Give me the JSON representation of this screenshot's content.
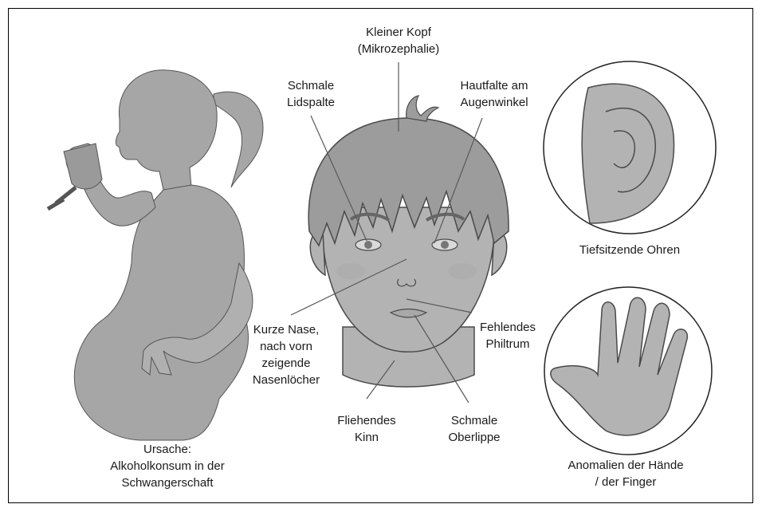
{
  "labels": {
    "small_head": "Kleiner Kopf\n(Mikrozephalie)",
    "narrow_eyes": "Schmale\nLidspalte",
    "skin_fold": "Hautfalte am\nAugenwinkel",
    "short_nose": "Kurze Nase,\nnach vorn\nzeigende\nNasenlöcher",
    "missing_philtrum": "Fehlendes\nPhiltrum",
    "receding_chin": "Fliehendes\nKinn",
    "thin_lip": "Schmale\nOberlippe",
    "low_ears": "Tiefsitzende Ohren",
    "hands": "Anomalien der Hände\n/ der Finger",
    "cause": "Ursache:\nAlkoholkonsum in der\nSchwangerschaft"
  },
  "colors": {
    "silhouette": "#a6a6a6",
    "skin": "#b3b3b3",
    "outline": "#4a4a4a",
    "hair": "#9c9c9c",
    "line": "#5a5a5a"
  }
}
